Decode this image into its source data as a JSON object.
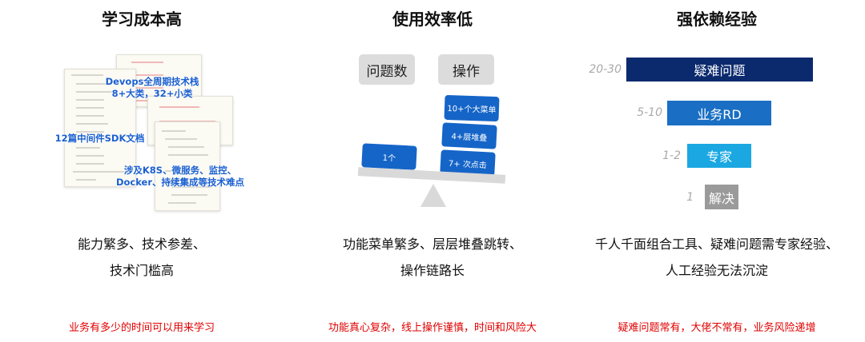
{
  "panels": [
    {
      "title": "学习成本高",
      "labels": {
        "devops": "Devops全周期技术栈",
        "devops_count": "8+大类，32+小类",
        "sdk": "12篇中间件SDK文档",
        "tech1": "涉及K8S、微服务、监控、",
        "tech2": "Docker、持续集成等技术难点"
      },
      "desc": [
        "能力繁多、技术参差、",
        "技术门槛高"
      ],
      "note": "业务有多少的时间可以用来学习"
    },
    {
      "title": "使用效率低",
      "scale": {
        "left_header": "问题数",
        "right_header": "操作",
        "left_blocks": [
          "1个"
        ],
        "right_blocks": [
          "10+个大菜单",
          "4+层堆叠",
          "7+ 次点击"
        ]
      },
      "desc": [
        "功能菜单繁多、层层堆叠跳转、",
        "操作链路长"
      ],
      "note": "功能真心复杂，线上操作谨慎，时间和风险大"
    },
    {
      "title": "强依赖经验",
      "pyramid": [
        {
          "range": "20-30",
          "label": "疑难问题",
          "color": "#0b2a6e"
        },
        {
          "range": "5-10",
          "label": "业务RD",
          "color": "#1a6fc4"
        },
        {
          "range": "1-2",
          "label": "专家",
          "color": "#1ba8e2"
        },
        {
          "range": "1",
          "label": "解决",
          "color": "#9a9a9a"
        }
      ],
      "desc": [
        "千人千面组合工具、疑难问题需专家经验、",
        "人工经验无法沉淀"
      ],
      "note": "疑难问题常有，大佬不常有，业务风险递增"
    }
  ]
}
